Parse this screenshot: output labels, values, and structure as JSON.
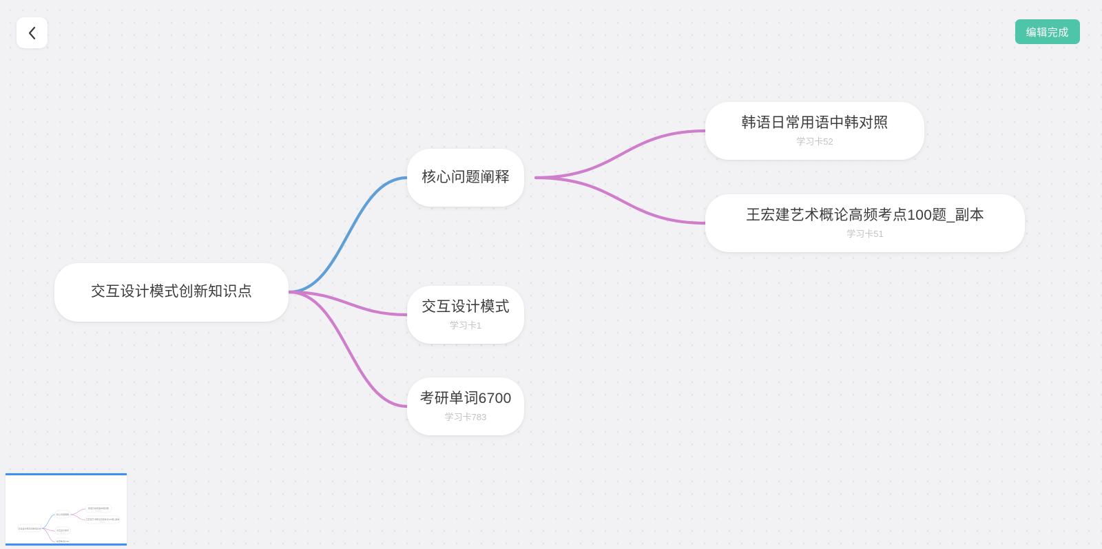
{
  "header": {
    "back_icon": "chevron-left-icon",
    "done_label": "编辑完成",
    "done_color": "#4ec4a8"
  },
  "theme": {
    "background": "#f2f2f4",
    "dot_color": "#e3e3e6",
    "node_background": "#ffffff",
    "title_color": "#3c3c3c",
    "subtitle_color": "#c2c2c4",
    "connector_blue": "#5f9fd6",
    "connector_pink": "#cf7ecb",
    "minimap_viewport": "#3d8ef5"
  },
  "mindmap": {
    "root": {
      "title": "交互设计模式创新知识点",
      "subtitle": ""
    },
    "branches": [
      {
        "id": "core",
        "title": "核心问题阐释",
        "subtitle": "",
        "connector_color": "#5f9fd6",
        "children": [
          {
            "id": "korean",
            "title": "韩语日常用语中韩对照",
            "subtitle": "学习卡52",
            "connector_color": "#cf7ecb"
          },
          {
            "id": "art",
            "title": "王宏建艺术概论高频考点100题_副本",
            "subtitle": "学习卡51",
            "connector_color": "#cf7ecb"
          }
        ]
      },
      {
        "id": "pattern",
        "title": "交互设计模式",
        "subtitle": "学习卡1",
        "connector_color": "#cf7ecb",
        "children": []
      },
      {
        "id": "words",
        "title": "考研单词6700",
        "subtitle": "学习卡783",
        "connector_color": "#cf7ecb",
        "children": []
      }
    ]
  },
  "minimap": {
    "label": "minimap",
    "root_label": "交互设计模式创新知识点",
    "nodes": [
      {
        "label": "核心问题阐释",
        "sub": ""
      },
      {
        "label": "交互设计模式",
        "sub": "学习卡1"
      },
      {
        "label": "考研单词6700",
        "sub": "学习卡783"
      },
      {
        "label": "韩语日常用语中韩对照",
        "sub": "学习卡52"
      },
      {
        "label": "王宏建艺术概论高频考点100题_副本",
        "sub": "学习卡51"
      }
    ]
  }
}
